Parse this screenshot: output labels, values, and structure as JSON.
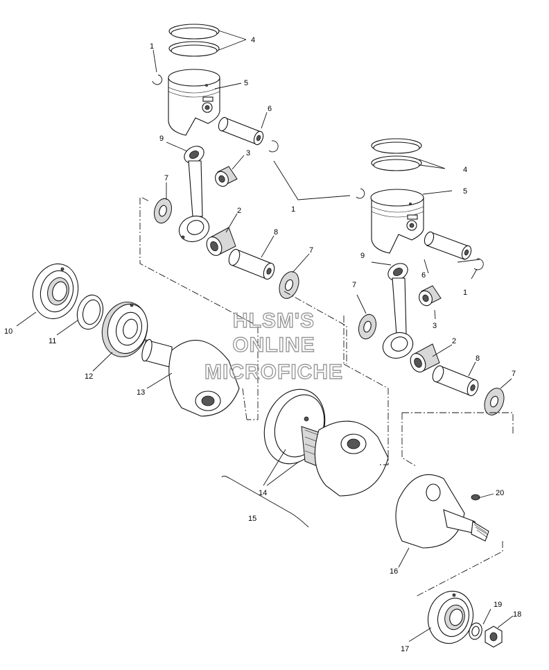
{
  "watermark": [
    "HLSM'S",
    "ONLINE",
    "MICROFICHE"
  ],
  "callouts": [
    {
      "id": "c1a",
      "text": "1"
    },
    {
      "id": "c4a",
      "text": "4"
    },
    {
      "id": "c5a",
      "text": "5"
    },
    {
      "id": "c6a",
      "text": "6"
    },
    {
      "id": "c9a",
      "text": "9"
    },
    {
      "id": "c3a",
      "text": "3"
    },
    {
      "id": "c7a",
      "text": "7"
    },
    {
      "id": "c2a",
      "text": "2"
    },
    {
      "id": "c8a",
      "text": "8"
    },
    {
      "id": "c7b",
      "text": "7"
    },
    {
      "id": "c1b",
      "text": "1"
    },
    {
      "id": "c4b",
      "text": "4"
    },
    {
      "id": "c5b",
      "text": "5"
    },
    {
      "id": "c9b",
      "text": "9"
    },
    {
      "id": "c6b",
      "text": "6"
    },
    {
      "id": "c1c",
      "text": "1"
    },
    {
      "id": "c7c",
      "text": "7"
    },
    {
      "id": "c3b",
      "text": "3"
    },
    {
      "id": "c2b",
      "text": "2"
    },
    {
      "id": "c8b",
      "text": "8"
    },
    {
      "id": "c7d",
      "text": "7"
    },
    {
      "id": "c10",
      "text": "10"
    },
    {
      "id": "c11",
      "text": "11"
    },
    {
      "id": "c12",
      "text": "12"
    },
    {
      "id": "c13",
      "text": "13"
    },
    {
      "id": "c14",
      "text": "14"
    },
    {
      "id": "c15",
      "text": "15"
    },
    {
      "id": "c16",
      "text": "16"
    },
    {
      "id": "c20",
      "text": "20"
    },
    {
      "id": "c17",
      "text": "17"
    },
    {
      "id": "c19",
      "text": "19"
    },
    {
      "id": "c18",
      "text": "18"
    }
  ]
}
